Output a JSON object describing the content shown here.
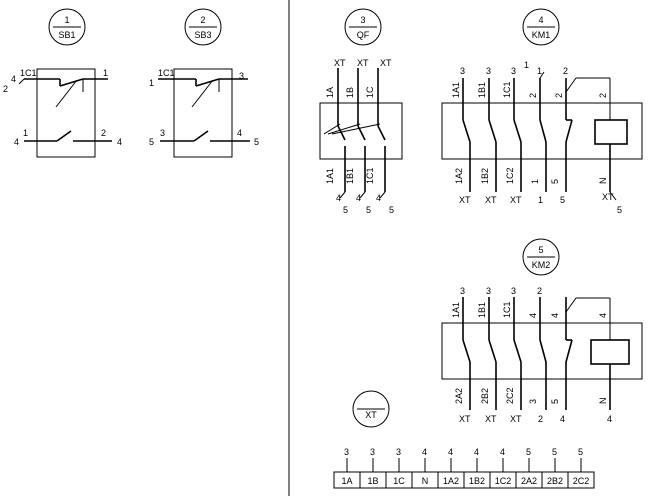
{
  "badges": {
    "sb1": {
      "num": "1",
      "code": "SB1"
    },
    "sb3": {
      "num": "2",
      "code": "SB3"
    },
    "qf": {
      "num": "3",
      "code": "QF"
    },
    "km1": {
      "num": "4",
      "code": "KM1"
    },
    "km2": {
      "num": "5",
      "code": "KM2"
    },
    "xt": {
      "num": "",
      "code": "XT"
    }
  },
  "sb1": {
    "nc_tag": "1C1",
    "left_top_a": "4",
    "left_top_b": "2",
    "right_top": "1",
    "no_tag": "1",
    "left_bot": "4",
    "right_tag": "2",
    "right_bot": "4"
  },
  "sb3": {
    "nc_tag": "1C1",
    "left_top": "1",
    "right_top": "3",
    "no_tag": "3",
    "left_bot": "5",
    "right_tag": "4",
    "right_bot": "5"
  },
  "qf": {
    "top_ext": [
      "XT",
      "XT",
      "XT"
    ],
    "top_tags": [
      "1A",
      "1B",
      "1C"
    ],
    "bot_tags": [
      "1A1",
      "1B1",
      "1C1"
    ],
    "bot_a": [
      "4",
      "4",
      "4"
    ],
    "bot_b": [
      "5",
      "5",
      "5"
    ]
  },
  "km1": {
    "top_nums": [
      "3",
      "3",
      "3",
      "1",
      "2"
    ],
    "extra_top": "1",
    "top_tags": [
      "1A1",
      "1B1",
      "1C1",
      "2",
      "2"
    ],
    "coil_top_tag": "2",
    "bot_tags": [
      "1A2",
      "1B2",
      "1C2",
      "1",
      "5"
    ],
    "coil_bot_tag": "N",
    "bot_ext": [
      "XT",
      "XT",
      "XT",
      "1",
      "5"
    ],
    "coil_bot_ext": "XT",
    "coil_bot_sub": "5"
  },
  "km2": {
    "top_nums": [
      "3",
      "3",
      "3",
      "2"
    ],
    "top_tags": [
      "1A1",
      "1B1",
      "1C1",
      "4",
      "4"
    ],
    "coil_top_tag": "4",
    "bot_tags": [
      "2A2",
      "2B2",
      "2C2",
      "3",
      "5"
    ],
    "coil_bot_tag": "N",
    "bot_ext": [
      "XT",
      "XT",
      "XT",
      "2",
      "4"
    ],
    "coil_bot_ext": "4"
  },
  "terminal": {
    "top": [
      "3",
      "3",
      "3",
      "4",
      "4",
      "4",
      "4",
      "5",
      "5",
      "5"
    ],
    "cells": [
      "1A",
      "1B",
      "1C",
      "N",
      "1A2",
      "1B2",
      "1C2",
      "2A2",
      "2B2",
      "2C2"
    ]
  }
}
